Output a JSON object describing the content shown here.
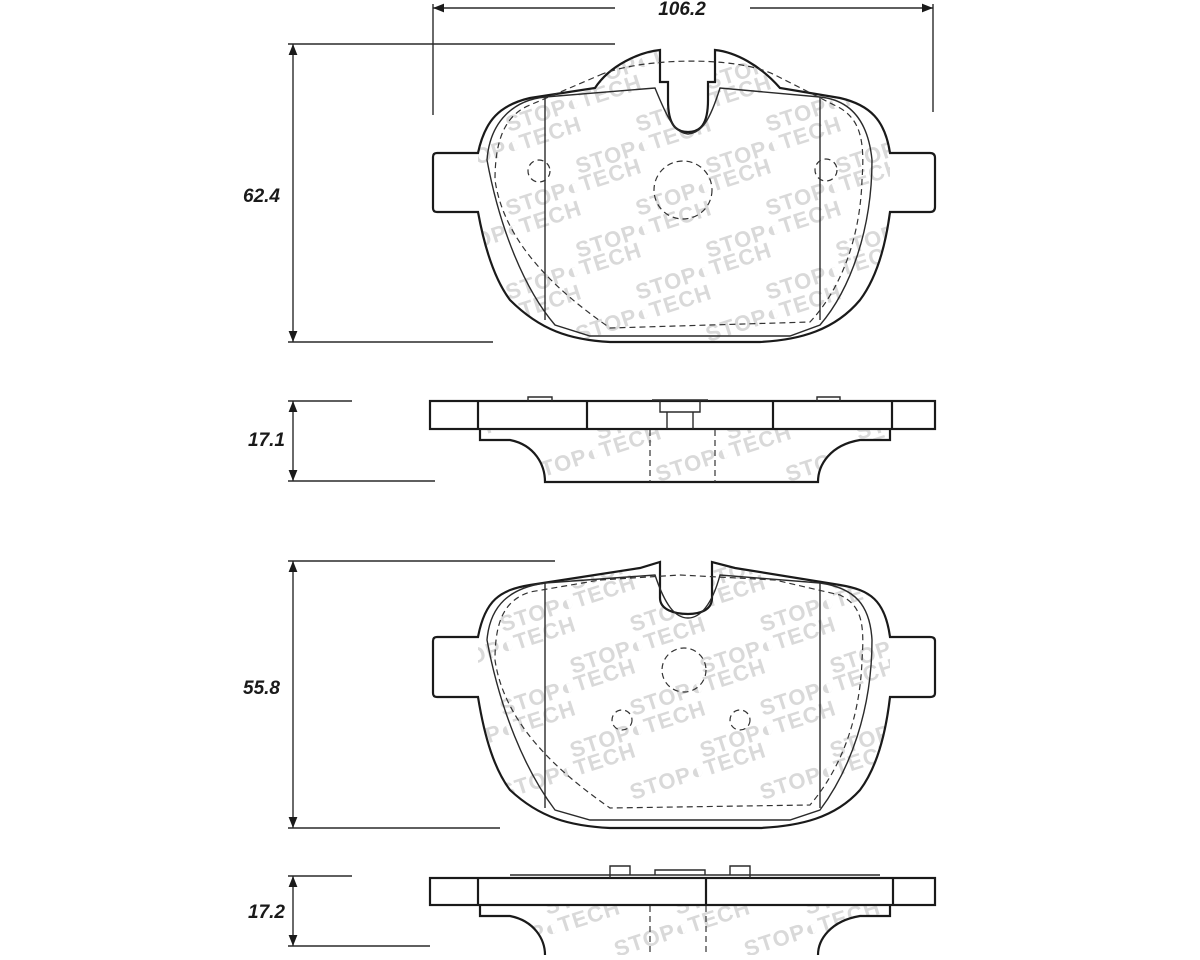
{
  "dimensions": {
    "width_top": "106.2",
    "height_pad1": "62.4",
    "thickness_pad1": "17.1",
    "height_pad2": "55.8",
    "thickness_pad2": "17.2"
  },
  "watermark": "STOP◐TECH",
  "colors": {
    "line": "#1a1a1a",
    "watermark": "#d9d9d9"
  }
}
